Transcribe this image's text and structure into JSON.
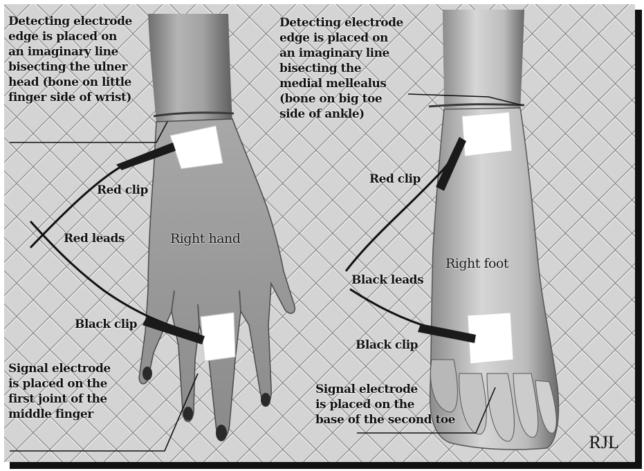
{
  "labels": {
    "hand_detecting": [
      "Detecting electrode",
      "edge is placed on",
      "an imaginary line",
      "bisecting the ulner",
      "head (bone on little",
      "finger side of wrist)"
    ],
    "foot_detecting": [
      "Detecting electrode",
      "edge is placed on",
      "an imaginary line",
      "bisecting the",
      "medial mellealus",
      "(bone on big toe",
      "side of ankle)"
    ],
    "hand_red_clip": "Red clip",
    "hand_red_leads": "Red leads",
    "hand_black_clip": "Black clip",
    "hand_signal": [
      "Signal electrode",
      "is placed on the",
      "first joint of the",
      "middle finger"
    ],
    "right_hand": "Right hand",
    "foot_red_clip": "Red clip",
    "foot_black_leads": "Black leads",
    "foot_black_clip": "Black clip",
    "right_foot": "Right foot",
    "foot_signal": [
      "Signal electrode",
      "is placed on the",
      "base of the second toe"
    ],
    "signature": "RJL"
  },
  "colors": {
    "background": "#cfcfcf",
    "lattice": "#8a8a8a",
    "skin": "#9a9a9a",
    "skin_light": "#d8d8d8",
    "electrode": "#ffffff",
    "lead": "#111111"
  }
}
